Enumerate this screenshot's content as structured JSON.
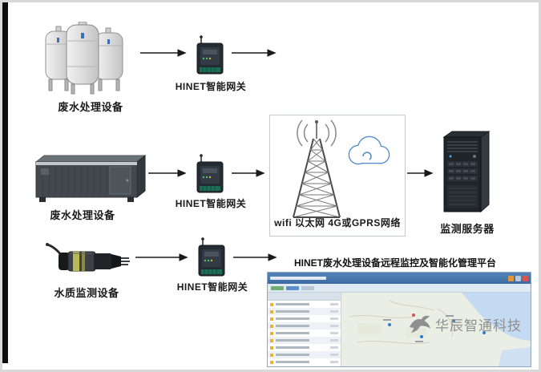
{
  "devices": [
    {
      "label": "废水处理设备"
    },
    {
      "label": "废水处理设备"
    },
    {
      "label": "水质监测设备"
    }
  ],
  "gateways": [
    {
      "label": "HINET智能网关"
    },
    {
      "label": "HINET智能网关"
    },
    {
      "label": "HINET智能网关"
    }
  ],
  "network": {
    "label": "wifi 以太网 4G或GPRS网络"
  },
  "server": {
    "label": "监测服务器"
  },
  "platform": {
    "title": "HINET废水处理设备远程监控及智能化管理平台"
  },
  "watermark": {
    "text": "华辰智通科技"
  },
  "colors": {
    "cloud_blue": "#4a86c8",
    "titlebar_blue": "#3f6fa8",
    "sidebar_icon_yellow": "#e8b33a",
    "watermark_gray": "#8f8f8f",
    "arrow_black": "#1a1a1a"
  }
}
